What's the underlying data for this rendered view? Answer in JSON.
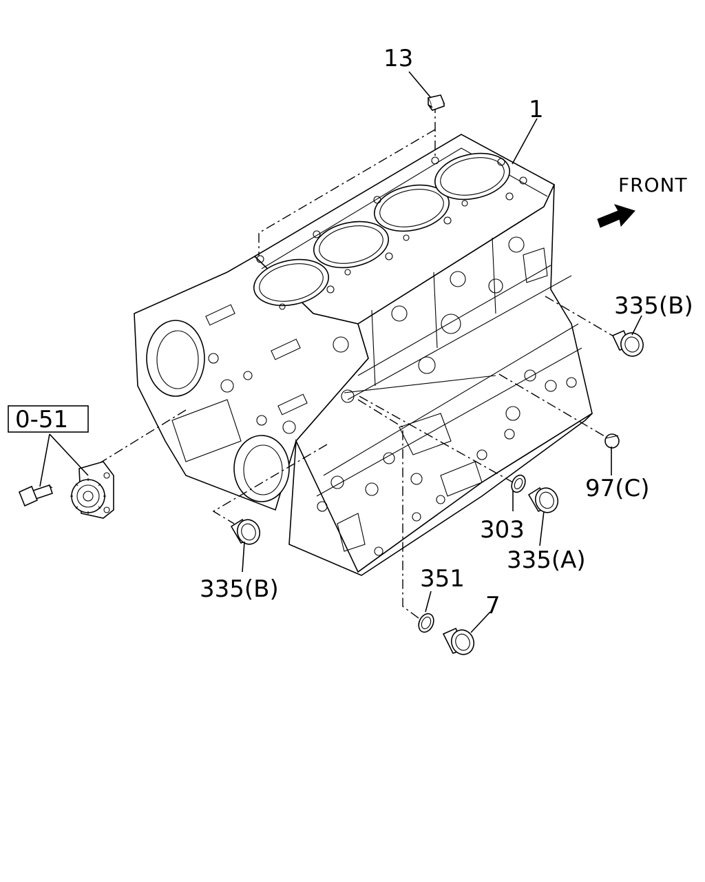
{
  "labels": {
    "p13": "13",
    "p1": "1",
    "front": "FRONT",
    "p335b_right": "335(B)",
    "ref_box": "0-51",
    "p97c": "97(C)",
    "p303": "303",
    "p335a": "335(A)",
    "p335b_left": "335(B)",
    "p351": "351",
    "p7": "7"
  }
}
